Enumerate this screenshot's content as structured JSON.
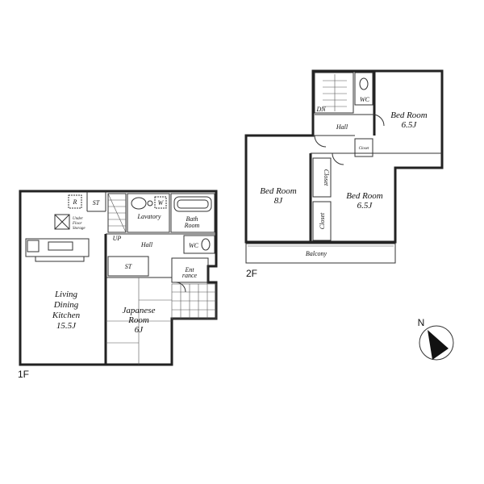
{
  "floors": {
    "first": {
      "label": "1F",
      "rooms": {
        "ldk": [
          "Living",
          "Dining",
          "Kitchen",
          "15.5J"
        ],
        "japanese": [
          "Japanese",
          "Room",
          "6J"
        ],
        "st_top": "ST",
        "st_mid": "ST",
        "lavatory": "Lavatory",
        "bath": [
          "Bath",
          "Room"
        ],
        "up": "UP",
        "hall": "Hall",
        "wc": "WC",
        "entrance": [
          "Ent",
          "rance"
        ],
        "r_box": "R",
        "w_box": "W",
        "storage": [
          "Under",
          "Floor",
          "Storage"
        ]
      }
    },
    "second": {
      "label": "2F",
      "rooms": {
        "bed_top": [
          "Bed Room",
          "6.5J"
        ],
        "bed_left": [
          "Bed Room",
          "8J"
        ],
        "bed_right": [
          "Bed Room",
          "6.5J"
        ],
        "closet_a": "Closet",
        "closet_b": "Closet",
        "closet_small": "Closet",
        "hall": "Hall",
        "dn": "DN",
        "wc": "WC",
        "balcony": "Balcony"
      }
    }
  },
  "compass": {
    "label": "N"
  }
}
